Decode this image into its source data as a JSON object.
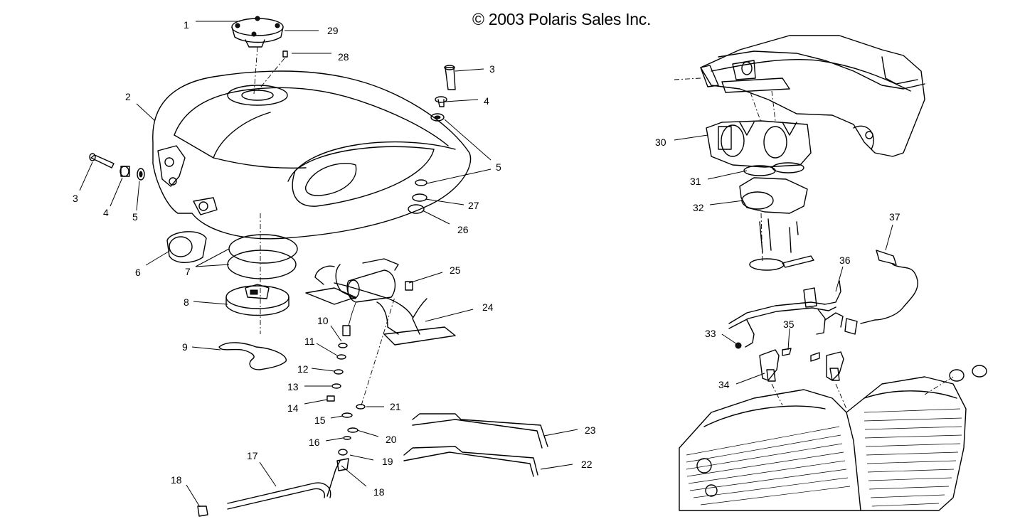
{
  "copyright": "© 2003 Polaris Sales Inc.",
  "callouts": [
    "1",
    "29",
    "28",
    "2",
    "3",
    "4",
    "4",
    "3",
    "4",
    "5",
    "5",
    "5",
    "27",
    "26",
    "6",
    "7",
    "25",
    "8",
    "24",
    "10",
    "11",
    "9",
    "12",
    "13",
    "14",
    "21",
    "15",
    "23",
    "20",
    "16",
    "17",
    "19",
    "22",
    "18",
    "18",
    "30",
    "31",
    "32",
    "37",
    "36",
    "33",
    "35",
    "34"
  ]
}
